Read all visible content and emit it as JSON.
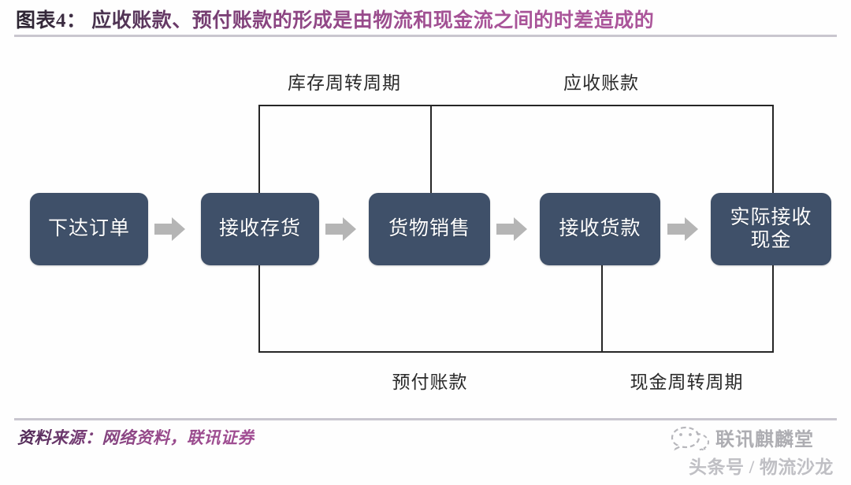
{
  "header": {
    "figure_label": "图表4：",
    "title": "应收账款、预付账款的形成是由物流和现金流之间的时差造成的",
    "full_title": "图表4：  应收账款、预付账款的形成是由物流和现金流之间的时差造成的",
    "accent_start_color": "#2b2430",
    "accent_end_color": "#ab559a",
    "rule_color": "#c9c6cf"
  },
  "diagram": {
    "box_fill_color": "#3f5069",
    "box_text_color": "#ffffff",
    "arrow_color": "#b3b3b3",
    "bracket_color": "#262626",
    "steps": [
      {
        "label": "下达订单"
      },
      {
        "label": "接收存货"
      },
      {
        "label": "货物销售"
      },
      {
        "label": "接收货款"
      },
      {
        "label": "实际接收\n现金"
      }
    ],
    "step_labels_flat": [
      "下达订单",
      "接收存货",
      "货物销售",
      "接收货款",
      "实际接收现金"
    ],
    "arrows": [
      {
        "name": "arrow-1"
      },
      {
        "name": "arrow-2"
      },
      {
        "name": "arrow-3"
      },
      {
        "name": "arrow-4"
      }
    ],
    "brackets_top": [
      {
        "label": "库存周转周期",
        "from_step": "接收存货",
        "to_step": "货物销售"
      },
      {
        "label": "应收账款",
        "from_step": "货物销售",
        "to_step": "实际接收现金"
      }
    ],
    "brackets_bottom": [
      {
        "label": "预付账款",
        "from_step": "接收存货",
        "to_step": "接收货款"
      },
      {
        "label": "现金周转周期",
        "from_step": "接收货款",
        "to_step": "实际接收现金"
      }
    ]
  },
  "footer": {
    "source": "资料来源：网络资料，联讯证券",
    "rule_color": "#c9c6cf"
  },
  "watermark": {
    "brand": "联讯麒麟堂",
    "channel": "头条号 / 物流沙龙",
    "icon": "wechat-icon"
  }
}
